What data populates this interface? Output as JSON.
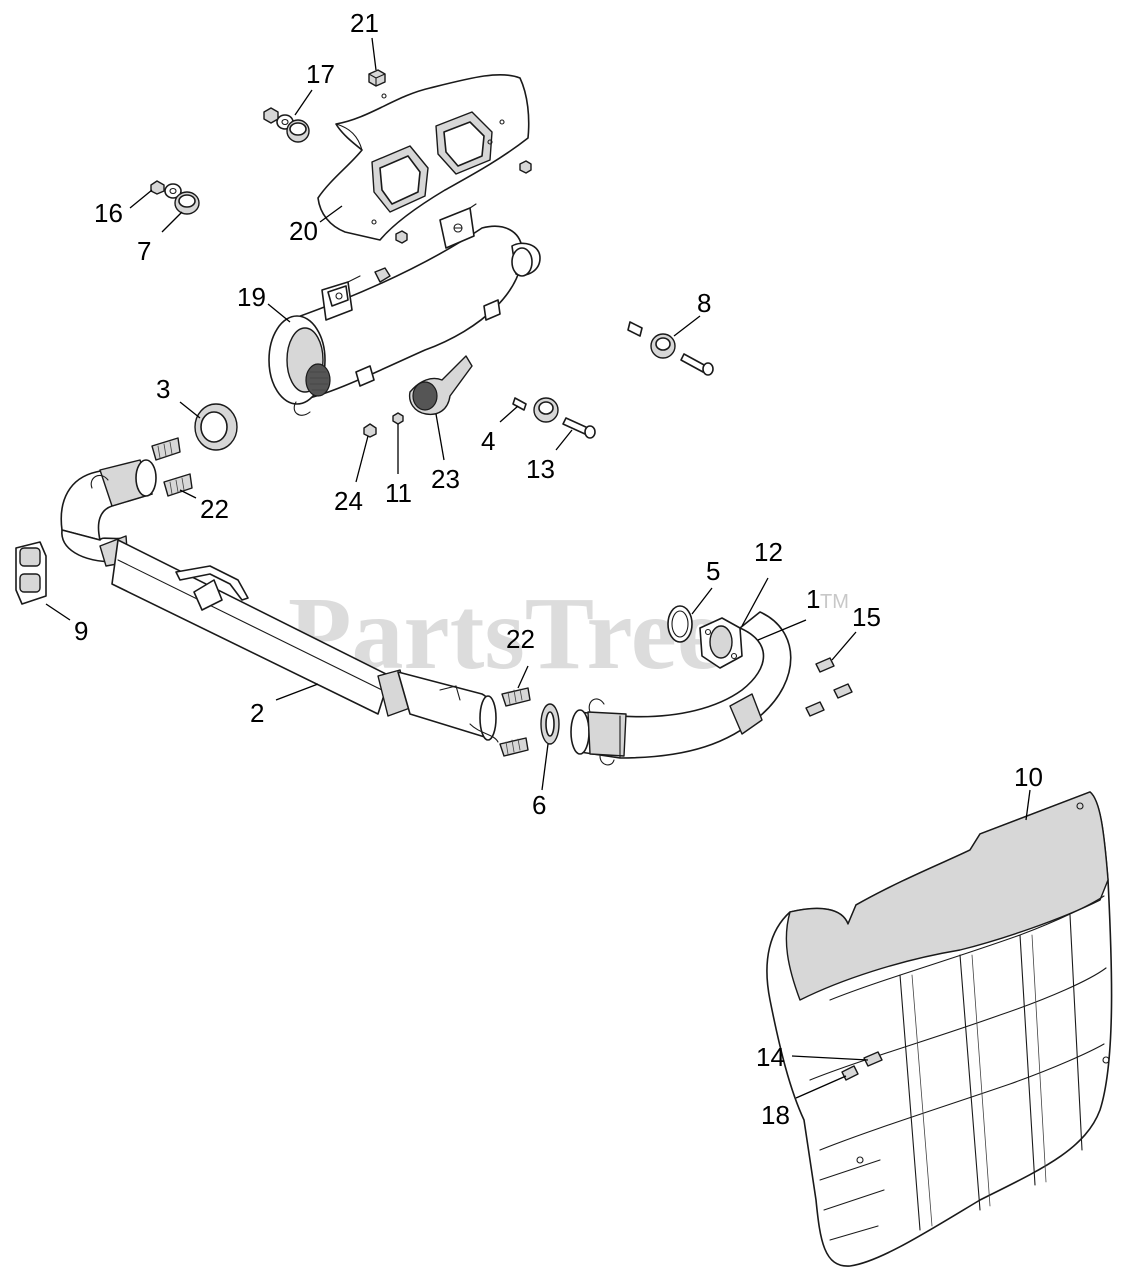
{
  "watermark": {
    "text": "PartsTree",
    "trademark": "TM"
  },
  "callouts": {
    "c1": "1",
    "c2": "2",
    "c3": "3",
    "c4": "4",
    "c5": "5",
    "c6": "6",
    "c7": "7",
    "c8": "8",
    "c9": "9",
    "c10": "10",
    "c11": "11",
    "c12": "12",
    "c13": "13",
    "c14": "14",
    "c15": "15",
    "c16": "16",
    "c17": "17",
    "c18": "18",
    "c19": "19",
    "c20": "20",
    "c21": "21",
    "c22a": "22",
    "c22b": "22",
    "c23": "23",
    "c24": "24"
  },
  "colors": {
    "line": "#1a1a1a",
    "shade": "#d7d7d7",
    "watermark": "#d4d4d4",
    "background": "#ffffff"
  }
}
